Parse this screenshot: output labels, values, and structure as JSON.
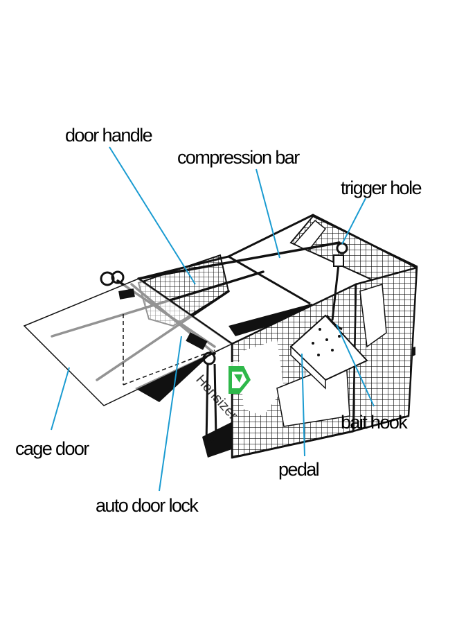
{
  "labels": {
    "door_handle": "door handle",
    "compression_bar": "compression bar",
    "trigger_hole": "trigger hole",
    "bait_hook": "bait hook",
    "pedal": "pedal",
    "cage_door": "cage door",
    "auto_door_lock": "auto door lock"
  },
  "watermark": {
    "text": "Hensizer",
    "logo_color": "#2eb84a"
  },
  "colors": {
    "leader_line": "#1a9bd1",
    "ink": "#111111",
    "background": "#ffffff"
  }
}
